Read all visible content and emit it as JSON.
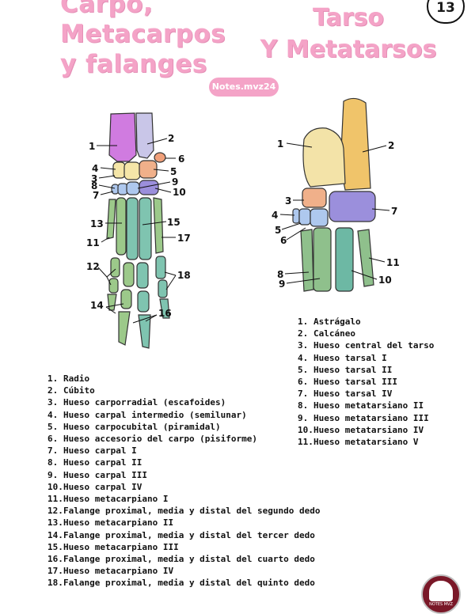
{
  "page_number": "13",
  "title_left": [
    "Carpo,",
    "Metacarpos",
    "y falanges"
  ],
  "title_right": [
    "Tarso",
    "Y Metatarsos"
  ],
  "badge": "Notes.mvz24",
  "logo_text": "NOTES MVZ",
  "carpus_labels": [
    "1",
    "2",
    "6",
    "4",
    "5",
    "3",
    "9",
    "8",
    "10",
    "7",
    "13",
    "15",
    "11",
    "17",
    "12",
    "18",
    "14",
    "16"
  ],
  "tarsus_labels": [
    "1",
    "2",
    "3",
    "7",
    "4",
    "5",
    "6",
    "11",
    "8",
    "10",
    "9"
  ],
  "list_left": [
    {
      "n": "1.",
      "t": "Radio"
    },
    {
      "n": "2.",
      "t": "Cúbito"
    },
    {
      "n": "3.",
      "t": "Hueso carporradial (escafoides)"
    },
    {
      "n": "4.",
      "t": "Hueso carpal intermedio (semilunar)"
    },
    {
      "n": "5.",
      "t": "Hueso carpocubital (piramidal)"
    },
    {
      "n": "6.",
      "t": "Hueso accesorio del carpo (pisiforme)"
    },
    {
      "n": "7.",
      "t": "Hueso carpal I"
    },
    {
      "n": "8.",
      "t": "Hueso carpal II"
    },
    {
      "n": "9.",
      "t": "Hueso carpal III"
    },
    {
      "n": "10.",
      "t": "Hueso carpal IV"
    },
    {
      "n": "11.",
      "t": "Hueso metacarpiano I"
    },
    {
      "n": "12.",
      "t": "Falange proximal, media y distal del segundo dedo"
    },
    {
      "n": "13.",
      "t": "Hueso metacarpiano II"
    },
    {
      "n": "14.",
      "t": "Falange proximal, media y distal del tercer dedo"
    },
    {
      "n": "15.",
      "t": "Hueso metacarpiano III"
    },
    {
      "n": "16.",
      "t": "Falange proximal, media y distal del cuarto dedo"
    },
    {
      "n": "17.",
      "t": "Hueso metacarpiano IV"
    },
    {
      "n": "18.",
      "t": "Falange proximal, media y distal del quinto dedo"
    }
  ],
  "list_right": [
    {
      "n": "1.",
      "t": "Astrágalo"
    },
    {
      "n": "2.",
      "t": "Calcáneo"
    },
    {
      "n": "3.",
      "t": "Hueso central del tarso"
    },
    {
      "n": "4.",
      "t": "Hueso tarsal I"
    },
    {
      "n": "5.",
      "t": "Hueso tarsal II"
    },
    {
      "n": "6.",
      "t": "Hueso tarsal III"
    },
    {
      "n": "7.",
      "t": "Hueso tarsal IV"
    },
    {
      "n": "8.",
      "t": "Hueso metatarsiano II"
    },
    {
      "n": "9.",
      "t": "Hueso metatarsiano III"
    },
    {
      "n": "10.",
      "t": "Hueso metatarsiano IV"
    },
    {
      "n": "11.",
      "t": "Hueso metatarsiano V"
    }
  ],
  "colors": {
    "title_pink": "#f4a3c7",
    "radius_purple": "#d07be0",
    "ulna_lavender": "#c9c6e8",
    "carpal_orange": "#f0b08a",
    "carpal_yellow": "#f5e6a8",
    "carpal_blue": "#aec8ee",
    "carpal_purple": "#9b8fdc",
    "metacarpal_green": "#9cc98a",
    "phalanx_teal": "#7fc4b0",
    "calcaneus_gold": "#f0c46a",
    "talus_cream": "#f3e3a8",
    "metatarsal_green": "#8fc08c",
    "metatarsal_teal": "#6db8a4"
  }
}
